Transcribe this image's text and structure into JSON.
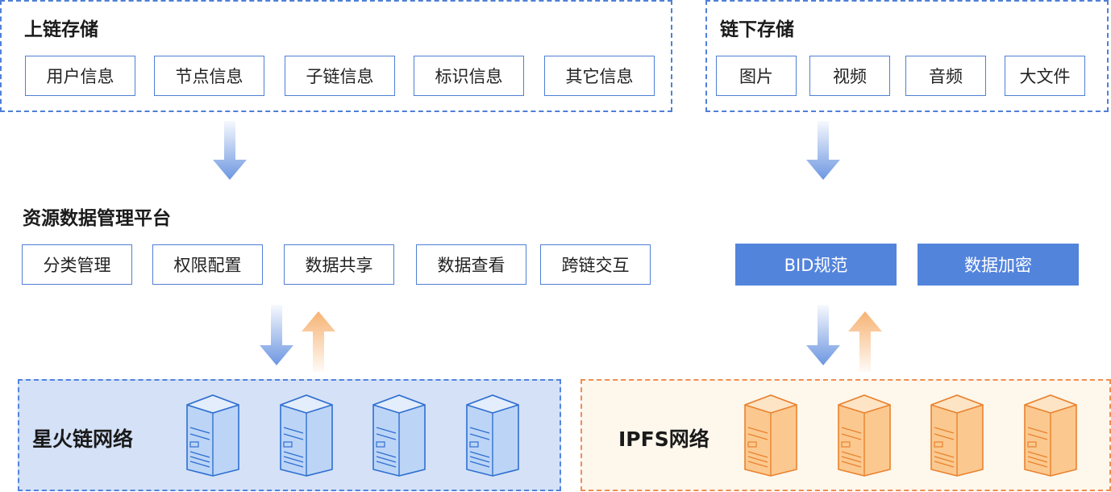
{
  "onchain": {
    "title": "上链存储",
    "items": [
      "用户信息",
      "节点信息",
      "子链信息",
      "标识信息",
      "其它信息"
    ]
  },
  "offchain": {
    "title": "链下存储",
    "items": [
      "图片",
      "视频",
      "音频",
      "大文件"
    ]
  },
  "platform": {
    "title": "资源数据管理平台",
    "items": [
      "分类管理",
      "权限配置",
      "数据共享",
      "数据查看",
      "跨链交互"
    ]
  },
  "offchain_features": [
    "BID规范",
    "数据加密"
  ],
  "networks": {
    "starfire": {
      "label": "星火链网络"
    },
    "ipfs": {
      "label": "IPFS网络"
    }
  },
  "colors": {
    "blue": "#5384dc",
    "orange": "#ef8e52",
    "star_bg": "#d4e1f7",
    "ipfs_bg": "#fdf7ec"
  }
}
